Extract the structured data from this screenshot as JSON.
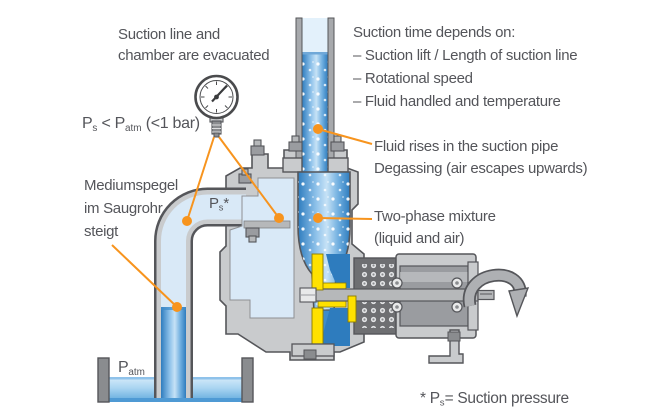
{
  "colors": {
    "accent_orange": "#F7941E",
    "text_gray": "#54555A",
    "liquid_dark_blue": "#2E7CBE",
    "liquid_light_blue": "#C6E2F6",
    "chamber_pale_blue": "#D9E9F7",
    "casing_gray": "#C9CBCD",
    "outline_gray": "#55565A",
    "impeller_yellow": "#FFE100"
  },
  "annotations": {
    "evacuated": {
      "line1": "Suction line and",
      "line2": "chamber are evacuated"
    },
    "pressure_inequality": {
      "p": "P",
      "p_sub": "s",
      "operator": " < P",
      "ref_sub": "atm",
      "tail": " (<1 bar)"
    },
    "medium_level": {
      "line1": "Mediumspegel",
      "line2": "im Saugrohr",
      "line3": "steigt"
    },
    "suction_time": {
      "title": "Suction time depends on:",
      "items": [
        "– Suction lift / Length of suction line",
        "– Rotational speed",
        "– Fluid handled and temperature"
      ]
    },
    "fluid_rises": {
      "line1": "Fluid rises in the suction pipe",
      "line2": "Degassing (air escapes upwards)"
    },
    "two_phase": {
      "line1": "Two-phase mixture",
      "line2": "(liquid and air)"
    },
    "suction_pressure_label": {
      "p": "P",
      "sub": "s",
      "star": "*"
    },
    "atmospheric_label": {
      "p": "P",
      "sub": "atm"
    },
    "footnote": {
      "prefix": "* P",
      "sub": "s",
      "rest": "= Suction pressure"
    }
  }
}
